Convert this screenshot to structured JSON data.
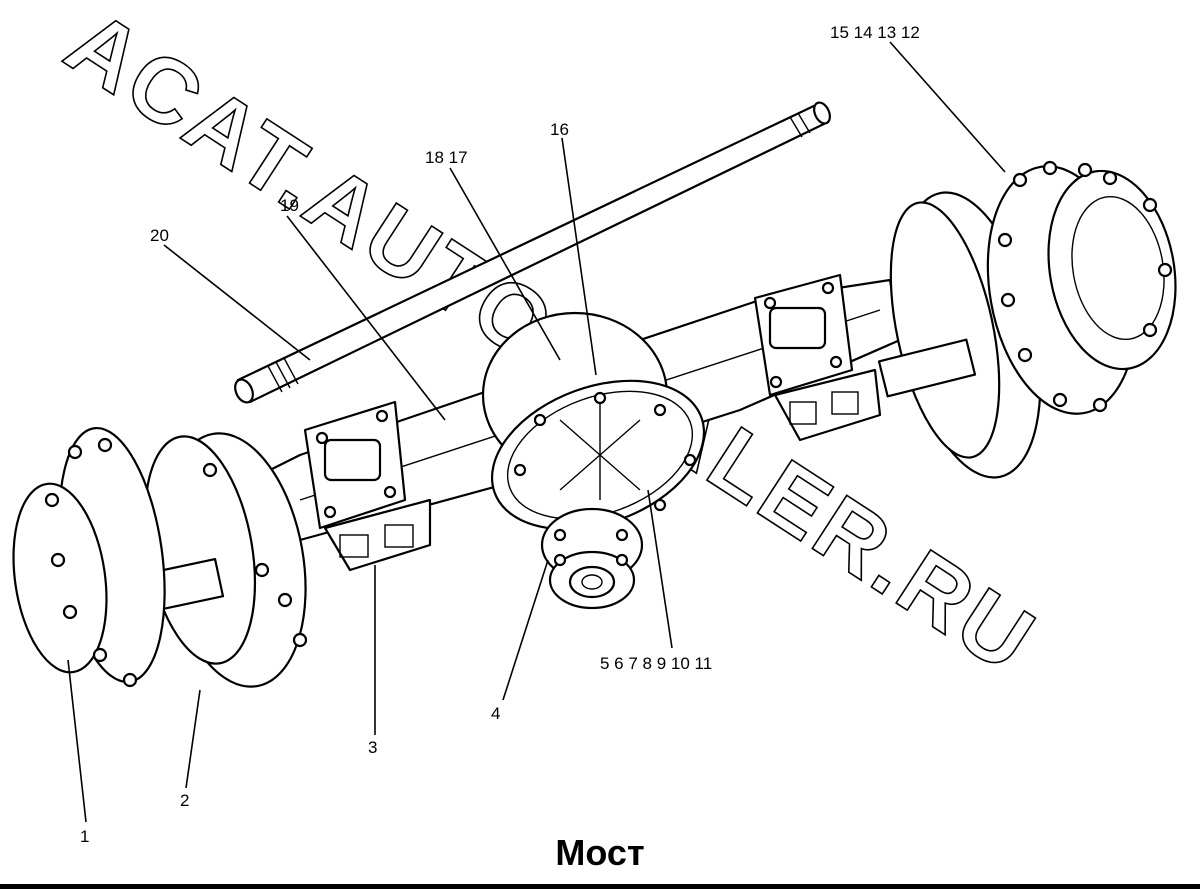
{
  "title": "Мост",
  "watermark": "ACAT.AUTODEALER.RU",
  "callouts": {
    "c1": "1",
    "c2": "2",
    "c3": "3",
    "c4": "4",
    "c5_11": "5 6 7 8 9 10 11",
    "c12_15": "15 14 13 12",
    "c16": "16",
    "c17_18": "18 17",
    "c19": "19",
    "c20": "20"
  }
}
